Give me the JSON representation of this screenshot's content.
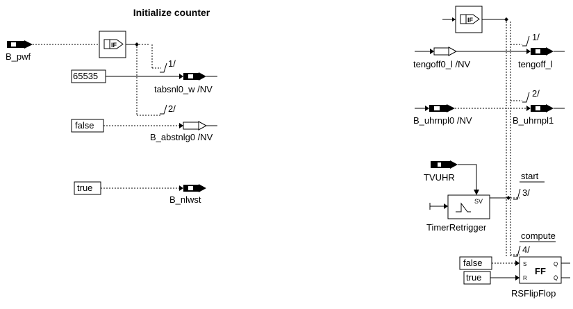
{
  "left": {
    "title": "Initialize counter",
    "input_signal": "B_pwf",
    "const_65535": "65535",
    "const_false": "false",
    "const_true": "true",
    "out_tabsnl0": "tabsnl0_w /NV",
    "out_abstnlg0": "B_abstnlg0 /NV",
    "out_nlwst": "B_nlwst",
    "seq1": "1/",
    "seq2": "2/"
  },
  "right": {
    "in_tengoff0": "tengoff0_l /NV",
    "out_tengoff": "tengoff_l",
    "in_uhrnpl0": "B_uhrnpl0 /NV",
    "out_uhrnpl1": "B_uhrnpl1",
    "tvuhr": "TVUHR",
    "timer_name": "TimerRetrigger",
    "timer_sv": "SV",
    "seq1": "1/",
    "seq2": "2/",
    "seq3": "3/",
    "seq4": "4/",
    "start_label": "start",
    "compute_label": "compute",
    "ff_false": "false",
    "ff_true": "true",
    "ff_name": "RSFlipFlop",
    "ff_label": "FF",
    "ff_s": "S",
    "ff_r": "R",
    "ff_q": "Q",
    "ff_qbar": "Q̄"
  }
}
